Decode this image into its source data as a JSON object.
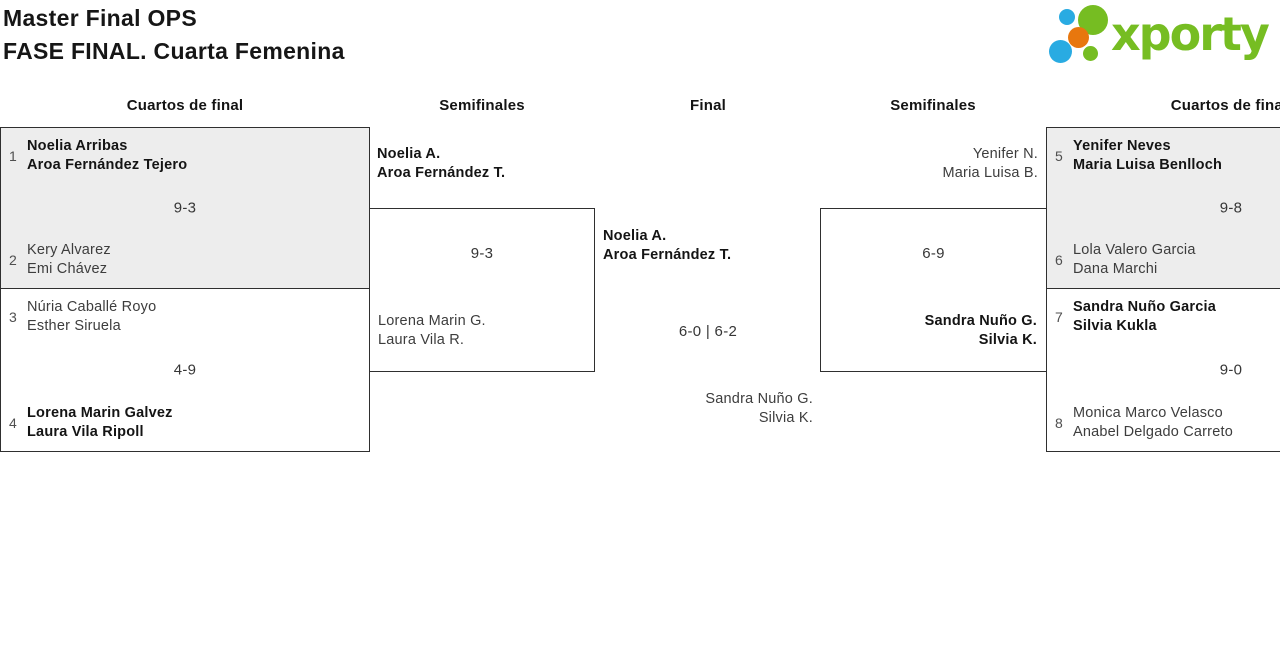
{
  "header": {
    "title_line1": "Master Final OPS",
    "title_line2": "FASE FINAL. Cuarta Femenina"
  },
  "logo": {
    "text": "xporty",
    "green": "#76bd22",
    "blue": "#29abe2",
    "orange": "#e8770e"
  },
  "columns": [
    {
      "label": "Cuartos de final"
    },
    {
      "label": "Semifinales"
    },
    {
      "label": "Final"
    },
    {
      "label": "Semifinales"
    },
    {
      "label": "Cuartos de final"
    }
  ],
  "quarterfinals": {
    "left_top": {
      "seed_top": "1",
      "team_top_1": "Noelia Arribas",
      "team_top_2": "Aroa Fernández Tejero",
      "score": "9-3",
      "seed_bottom": "2",
      "team_bottom_1": "Kery Alvarez",
      "team_bottom_2": "Emi Chávez"
    },
    "left_bottom": {
      "seed_top": "3",
      "team_top_1": "Núria Caballé Royo",
      "team_top_2": "Esther Siruela",
      "score": "4-9",
      "seed_bottom": "4",
      "team_bottom_1": "Lorena Marin Galvez",
      "team_bottom_2": "Laura Vila Ripoll"
    },
    "right_top": {
      "seed_top": "5",
      "team_top_1": "Yenifer Neves",
      "team_top_2": "Maria Luisa Benlloch",
      "score": "9-8",
      "seed_bottom": "6",
      "team_bottom_1": "Lola Valero Garcia",
      "team_bottom_2": "Dana Marchi"
    },
    "right_bottom": {
      "seed_top": "7",
      "team_top_1": "Sandra Nuño Garcia",
      "team_top_2": "Silvia Kukla",
      "score": "9-0",
      "seed_bottom": "8",
      "team_bottom_1": "Monica Marco Velasco",
      "team_bottom_2": "Anabel Delgado Carreto"
    }
  },
  "semifinals": {
    "left": {
      "team_top_1": "Noelia A.",
      "team_top_2": "Aroa Fernández T.",
      "score": "9-3",
      "team_bottom_1": "Lorena Marin G.",
      "team_bottom_2": "Laura Vila R."
    },
    "right": {
      "team_top_1": "Yenifer N.",
      "team_top_2": "Maria Luisa B.",
      "score": "6-9",
      "team_bottom_1": "Sandra Nuño G.",
      "team_bottom_2": "Silvia K."
    }
  },
  "final": {
    "team_top_1": "Noelia A.",
    "team_top_2": "Aroa Fernández T.",
    "score": "6-0 | 6-2",
    "team_bottom_1": "Sandra Nuño G.",
    "team_bottom_2": "Silvia K."
  }
}
